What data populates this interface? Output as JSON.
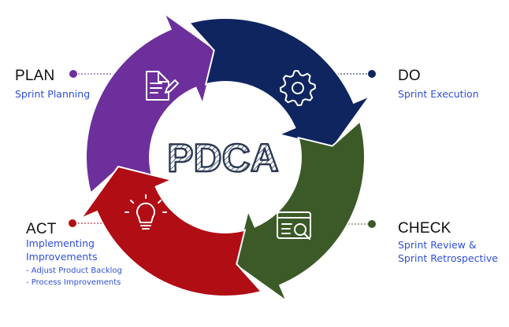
{
  "center": {
    "text": "PDCA"
  },
  "stages": {
    "plan": {
      "title": "PLAN",
      "subtitle": "Sprint Planning",
      "icon": "document-edit-icon",
      "color": "#6d2f9c"
    },
    "do": {
      "title": "DO",
      "subtitle": "Sprint Execution",
      "icon": "gear-icon",
      "color": "#0f2560"
    },
    "check": {
      "title": "CHECK",
      "subtitle_lines": [
        "Sprint Review &",
        "Sprint Retrospective"
      ],
      "icon": "window-search-icon",
      "color": "#3b5a27"
    },
    "act": {
      "title": "ACT",
      "subtitle_lines": [
        "Implementing",
        "Improvements"
      ],
      "bullets": [
        "- Adjust Product Backlog",
        "- Process Improvements"
      ],
      "icon": "lightbulb-icon",
      "color": "#b00d15"
    }
  }
}
